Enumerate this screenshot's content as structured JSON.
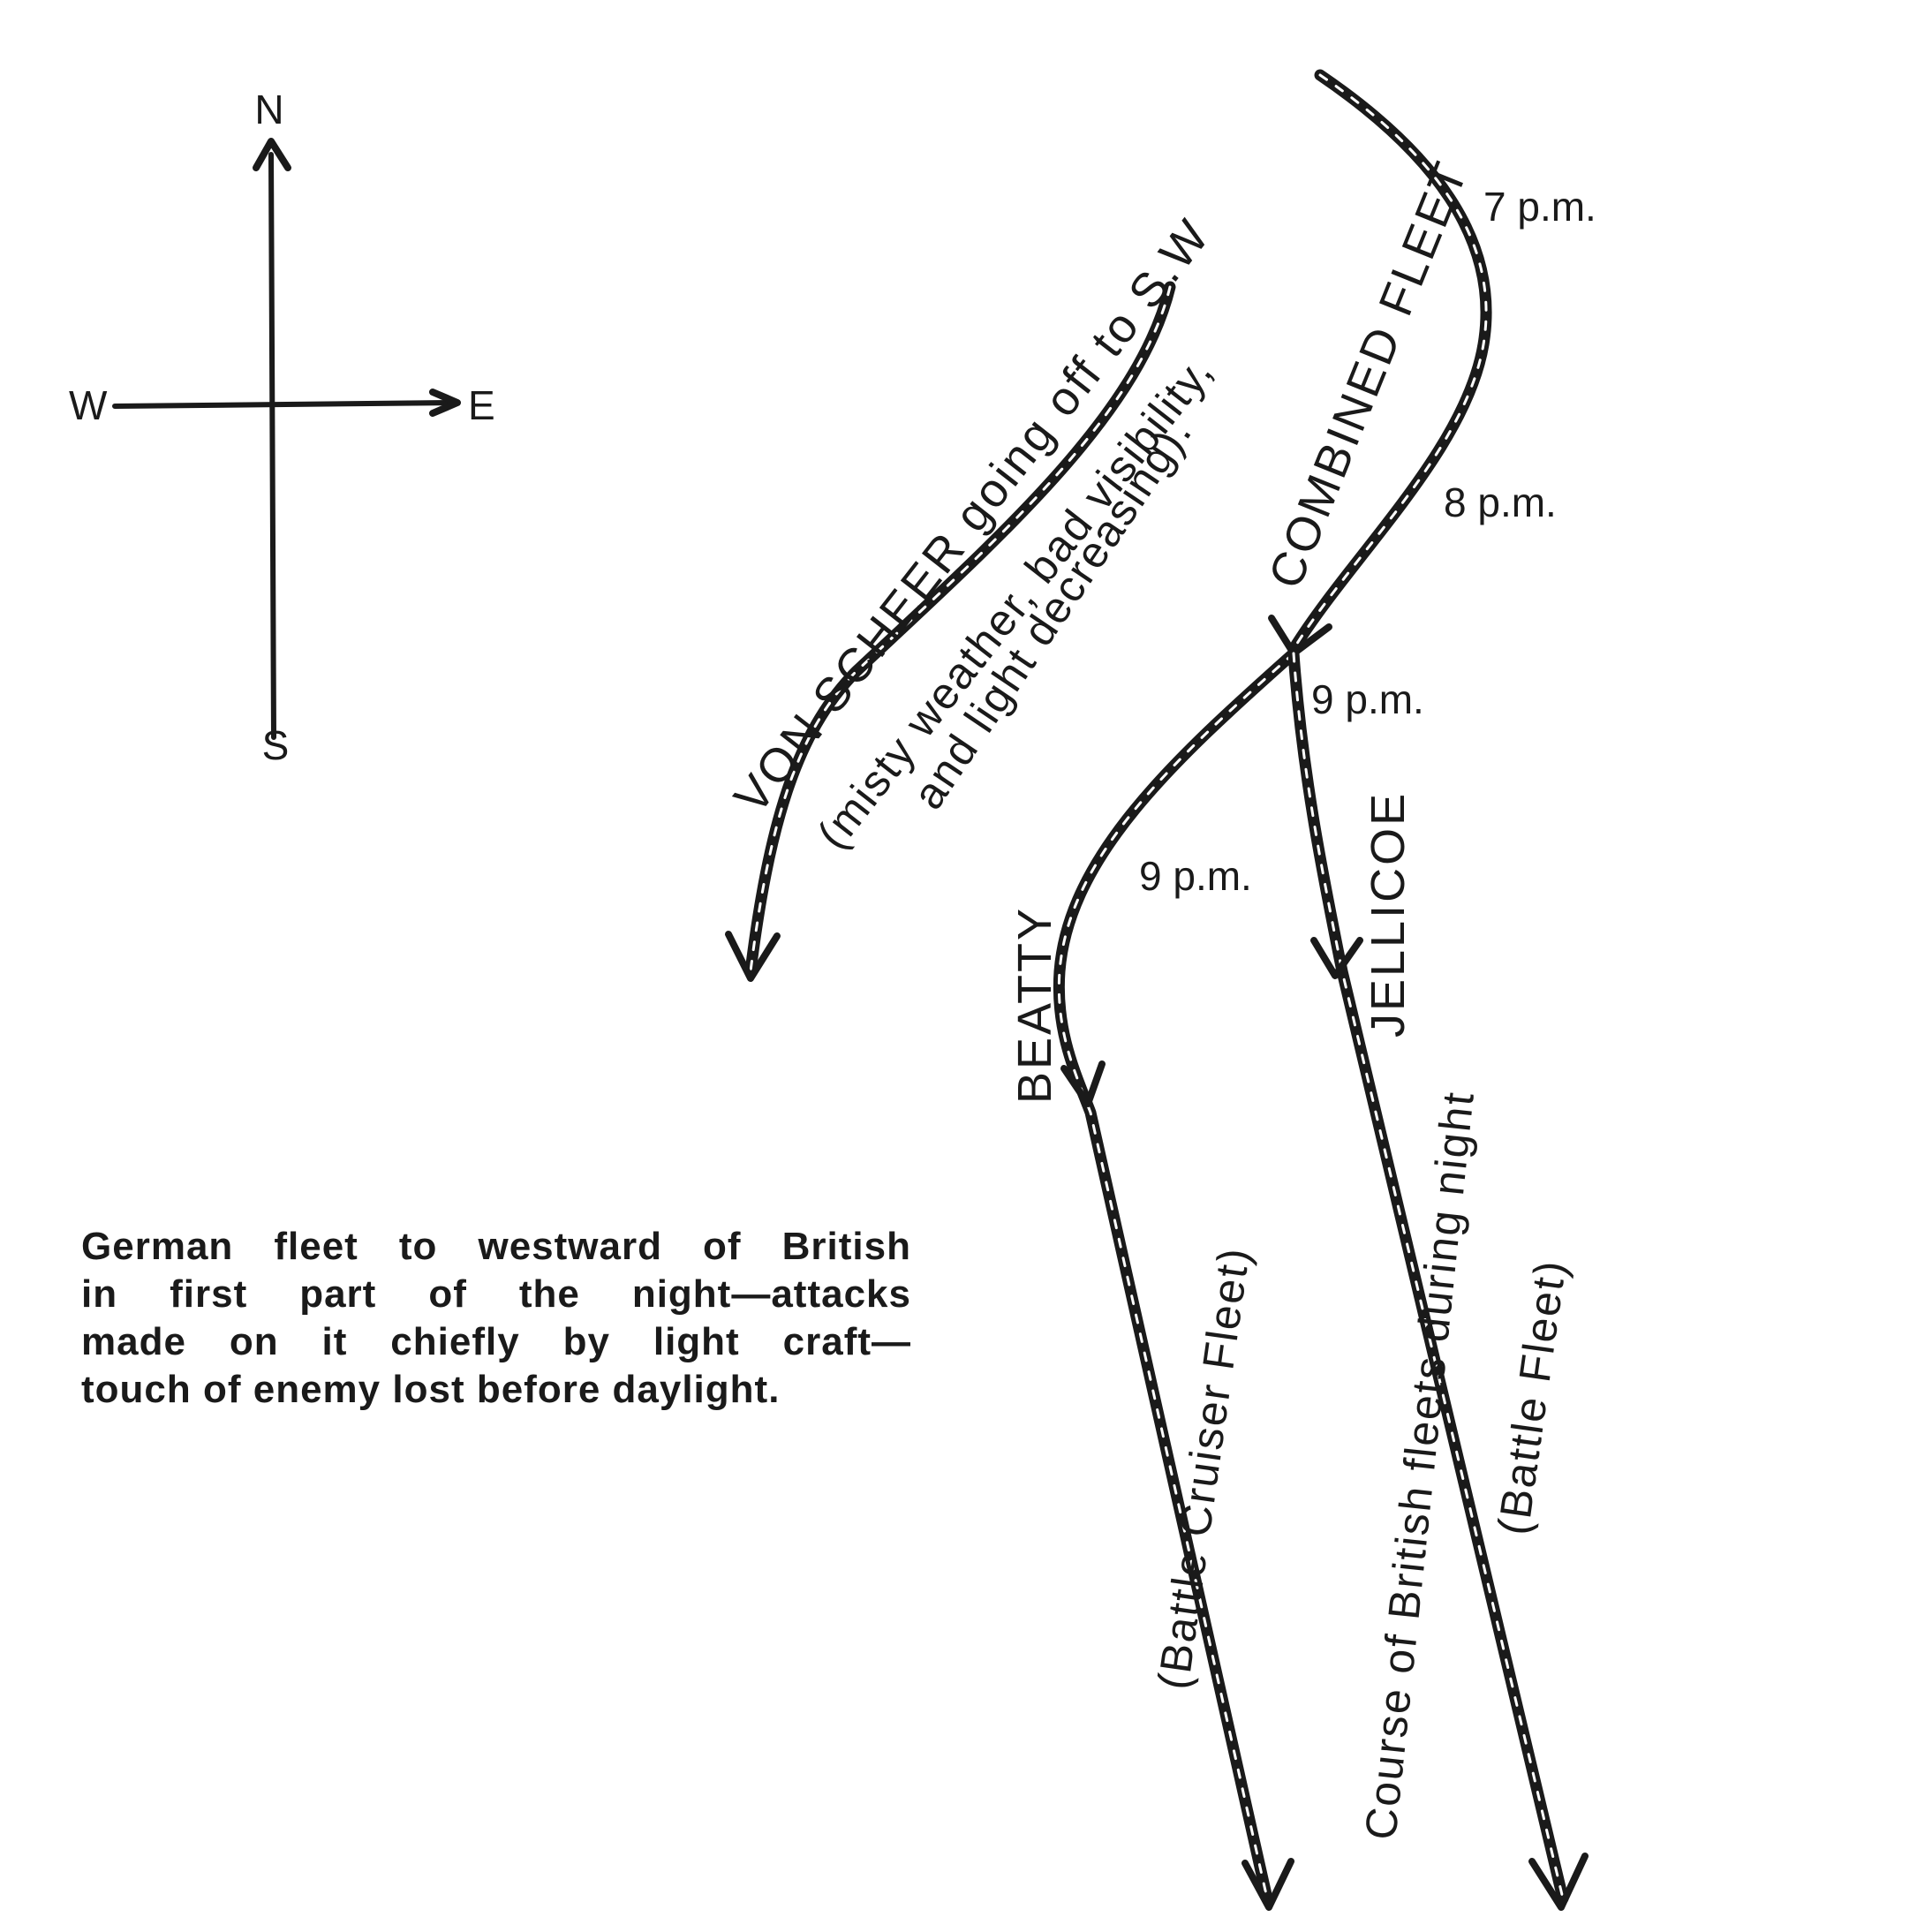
{
  "compass": {
    "north": "N",
    "south": "S",
    "east": "E",
    "west": "W"
  },
  "labels": {
    "von_scheer": "VON SCHEER going off to S.W",
    "von_scheer_note_1": "(misty weather, bad visibility,",
    "von_scheer_note_2": "and light decreasing).",
    "combined_fleet": "COMBINED FLEET",
    "beatty": "BEATTY",
    "jellicoe": "JELLICOE",
    "battle_cruiser_fleet": "(Battle Cruiser Fleet)",
    "battle_fleet": "(Battle Fleet)",
    "course_note": "Course of British fleets during night"
  },
  "times": {
    "t7": "7 p.m.",
    "t8": "8 p.m.",
    "t9_jellicoe": "9 p.m.",
    "t9_beatty": "9 p.m."
  },
  "caption": {
    "line1": "German fleet to westward of British",
    "line2": "in first part of the night—attacks",
    "line3": "made on it chiefly by light craft—",
    "line4": "touch of enemy lost before daylight."
  }
}
